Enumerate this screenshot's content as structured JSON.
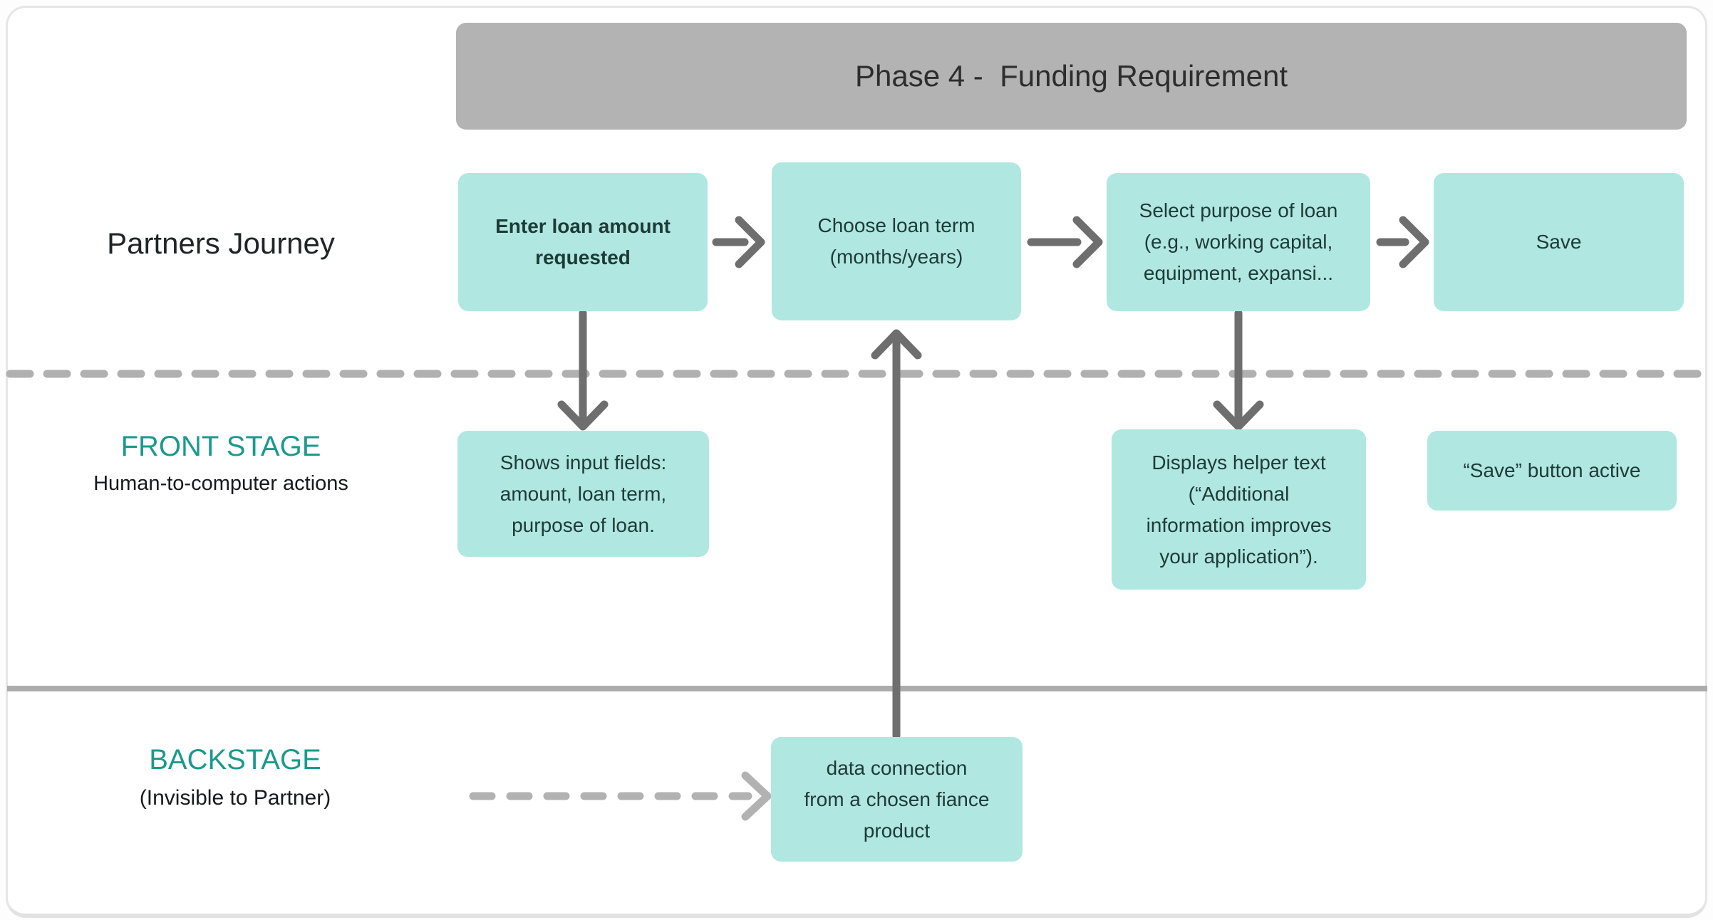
{
  "title_bar": {
    "label": "Phase 4 -  Funding Requirement"
  },
  "lanes": {
    "journey": {
      "label": "Partners Journey"
    },
    "front_stage": {
      "title": "FRONT STAGE",
      "subtitle": "Human-to-computer actions"
    },
    "backstage": {
      "title": "BACKSTAGE",
      "subtitle": "(Invisible to Partner)"
    }
  },
  "journey_steps": [
    {
      "label": "Enter loan amount\nrequested"
    },
    {
      "label": "Choose loan term\n(months/years)"
    },
    {
      "label": "Select purpose of loan\n(e.g., working capital,\nequipment, expansi..."
    },
    {
      "label": "Save"
    }
  ],
  "front_stage_boxes": [
    {
      "label": "Shows input fields:\namount, loan term,\npurpose of loan."
    },
    {
      "label": "Displays helper text\n(“Additional\ninformation improves\nyour application”)."
    },
    {
      "label": "“Save” button active"
    }
  ],
  "backstage_boxes": [
    {
      "label": "data connection\nfrom a chosen fiance\nproduct"
    }
  ],
  "colors": {
    "step_fill": "#b0e8e1",
    "step_text": "#1e3a37",
    "phase_header_fill": "#b3b3b3",
    "phase_header_text": "#2d2d2d",
    "lane_accent_text": "#1a9a8d",
    "connector_dark": "#6e6e6e",
    "connector_light": "#b2b2b2",
    "divider_dashed": "#b0b0b0",
    "divider_solid": "#acacac"
  }
}
